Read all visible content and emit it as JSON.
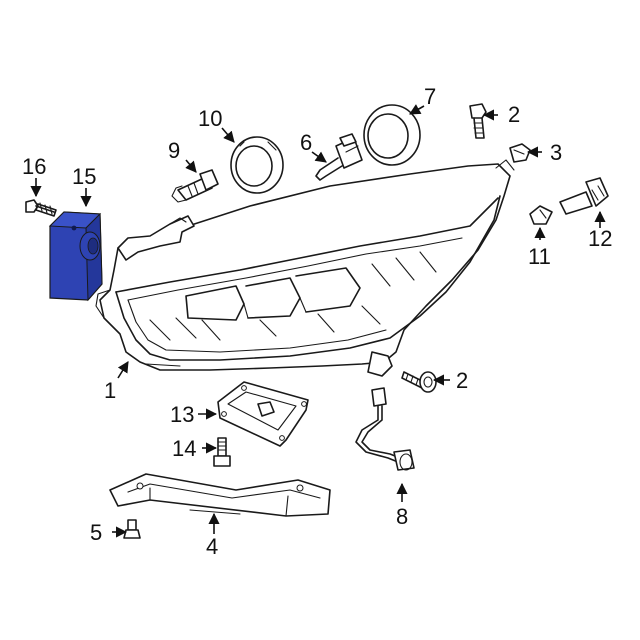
{
  "callouts": {
    "c1": "1",
    "c2a": "2",
    "c2b": "2",
    "c3": "3",
    "c4": "4",
    "c5": "5",
    "c6": "6",
    "c7": "7",
    "c8": "8",
    "c9": "9",
    "c10": "10",
    "c11": "11",
    "c12": "12",
    "c13": "13",
    "c14": "14",
    "c15": "15",
    "c16": "16"
  },
  "colors": {
    "highlight": "#2e43b3",
    "line": "#1a1a1a",
    "background": "#ffffff"
  }
}
